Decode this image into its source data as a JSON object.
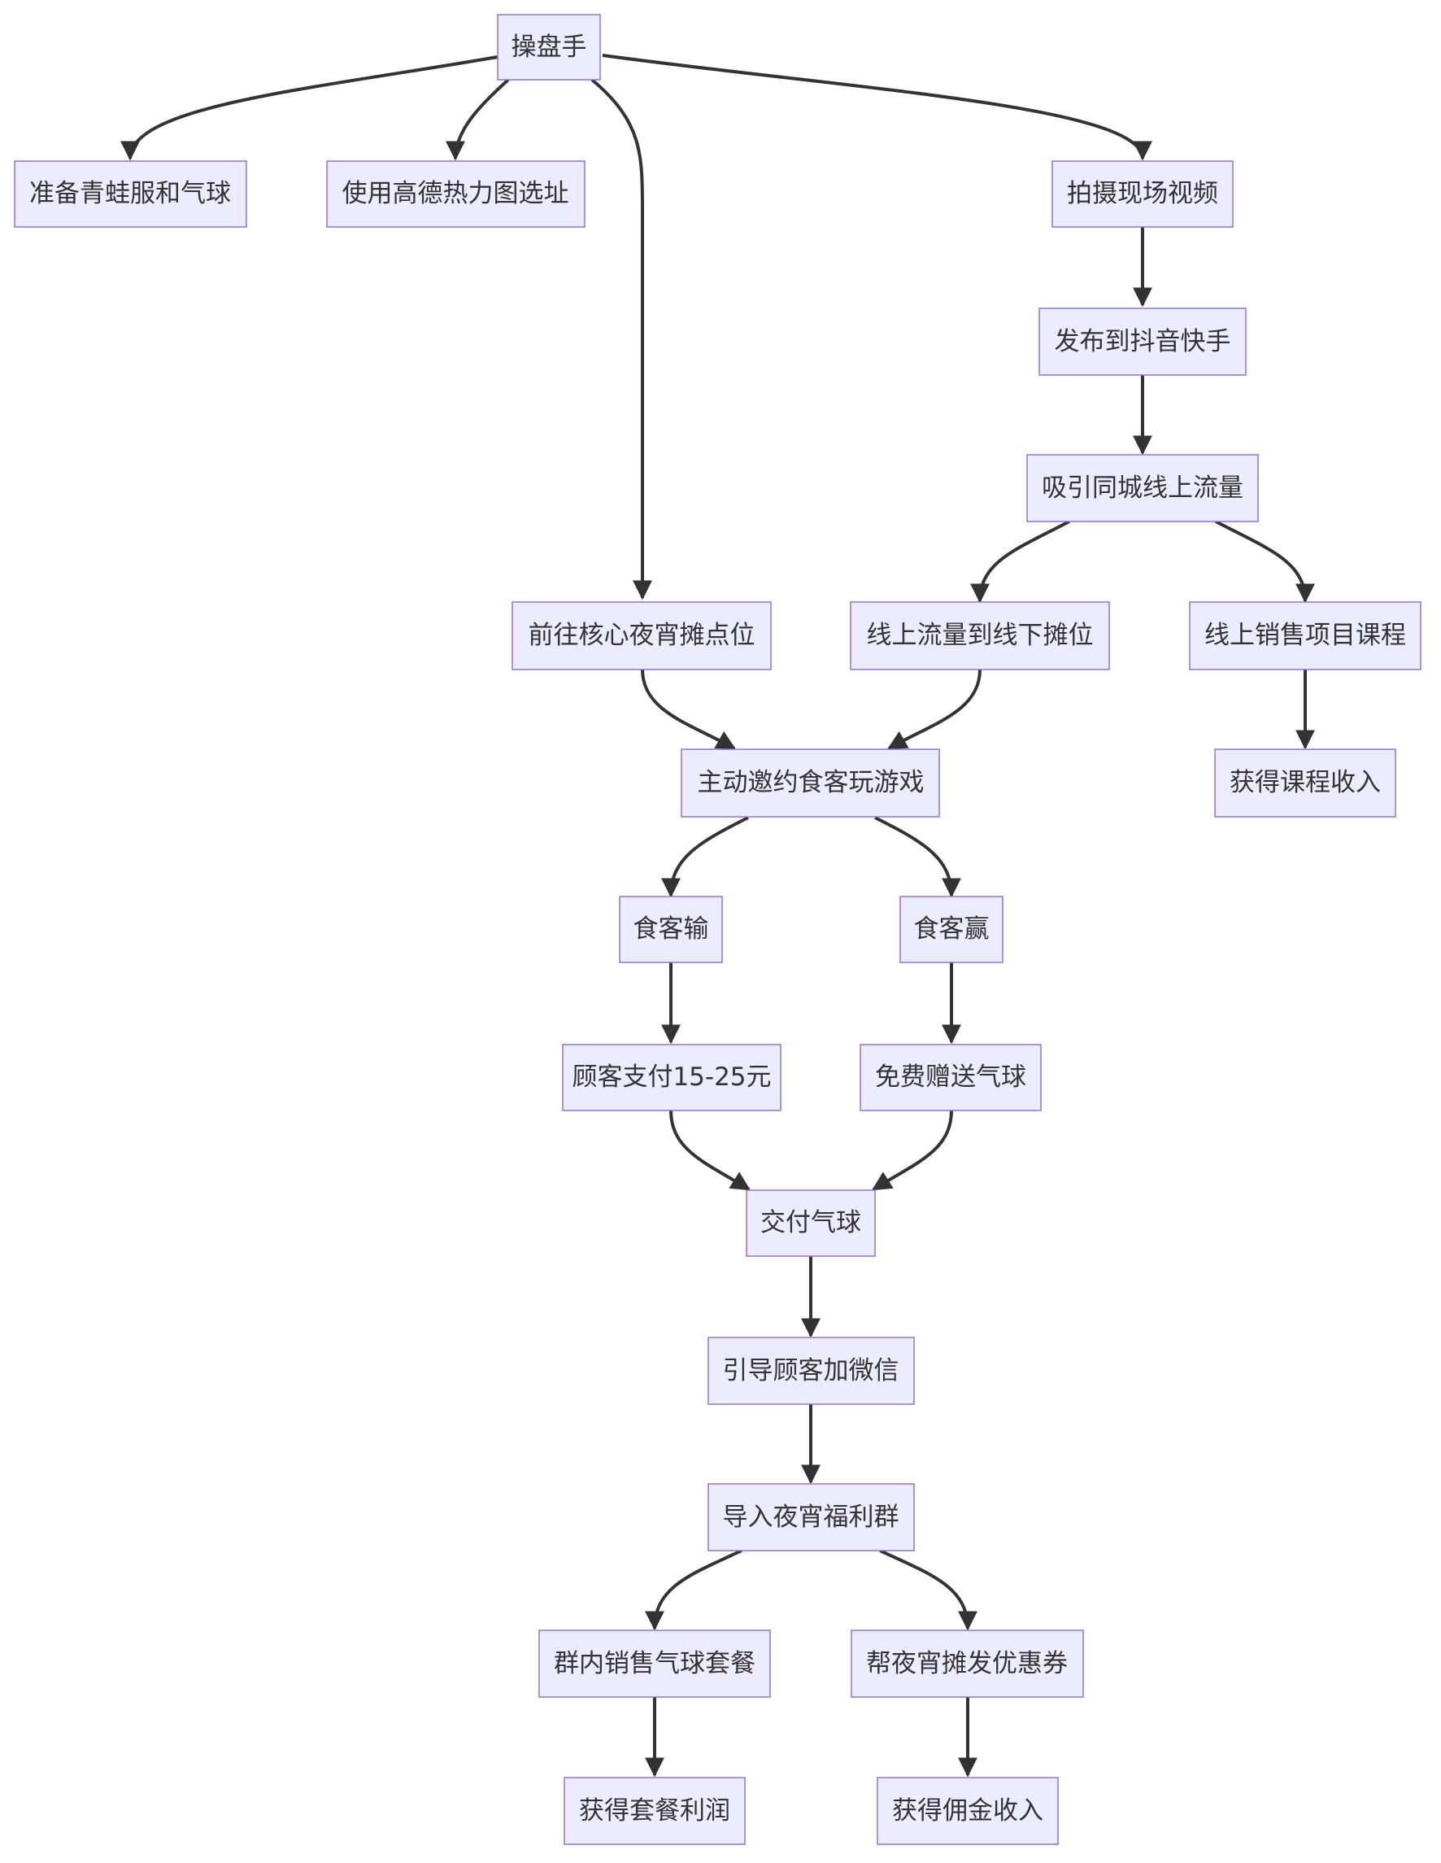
{
  "nodes": [
    {
      "id": "n0",
      "label": "操盘手"
    },
    {
      "id": "n1",
      "label": "准备青蛙服和气球"
    },
    {
      "id": "n2",
      "label": "使用高德热力图选址"
    },
    {
      "id": "n3",
      "label": "拍摄现场视频"
    },
    {
      "id": "n4",
      "label": "发布到抖音快手"
    },
    {
      "id": "n5",
      "label": "吸引同城线上流量"
    },
    {
      "id": "n6",
      "label": "前往核心夜宵摊点位"
    },
    {
      "id": "n7",
      "label": "线上流量到线下摊位"
    },
    {
      "id": "n8",
      "label": "线上销售项目课程"
    },
    {
      "id": "n9",
      "label": "主动邀约食客玩游戏"
    },
    {
      "id": "n10",
      "label": "获得课程收入"
    },
    {
      "id": "n11",
      "label": "食客输"
    },
    {
      "id": "n12",
      "label": "食客赢"
    },
    {
      "id": "n13",
      "label": "顾客支付15-25元"
    },
    {
      "id": "n14",
      "label": "免费赠送气球"
    },
    {
      "id": "n15",
      "label": "交付气球"
    },
    {
      "id": "n16",
      "label": "引导顾客加微信"
    },
    {
      "id": "n17",
      "label": "导入夜宵福利群"
    },
    {
      "id": "n18",
      "label": "群内销售气球套餐"
    },
    {
      "id": "n19",
      "label": "帮夜宵摊发优惠券"
    },
    {
      "id": "n20",
      "label": "获得套餐利润"
    },
    {
      "id": "n21",
      "label": "获得佣金收入"
    }
  ],
  "edges": [
    {
      "from": "n0",
      "to": "n1"
    },
    {
      "from": "n0",
      "to": "n2"
    },
    {
      "from": "n0",
      "to": "n6"
    },
    {
      "from": "n0",
      "to": "n3"
    },
    {
      "from": "n3",
      "to": "n4"
    },
    {
      "from": "n4",
      "to": "n5"
    },
    {
      "from": "n5",
      "to": "n7"
    },
    {
      "from": "n5",
      "to": "n8"
    },
    {
      "from": "n6",
      "to": "n9"
    },
    {
      "from": "n7",
      "to": "n9"
    },
    {
      "from": "n8",
      "to": "n10"
    },
    {
      "from": "n9",
      "to": "n11"
    },
    {
      "from": "n9",
      "to": "n12"
    },
    {
      "from": "n11",
      "to": "n13"
    },
    {
      "from": "n12",
      "to": "n14"
    },
    {
      "from": "n13",
      "to": "n15"
    },
    {
      "from": "n14",
      "to": "n15"
    },
    {
      "from": "n15",
      "to": "n16"
    },
    {
      "from": "n16",
      "to": "n17"
    },
    {
      "from": "n17",
      "to": "n18"
    },
    {
      "from": "n17",
      "to": "n19"
    },
    {
      "from": "n18",
      "to": "n20"
    },
    {
      "from": "n19",
      "to": "n21"
    }
  ],
  "colors": {
    "node_fill": "#ECECFF",
    "node_stroke": "#9370DB",
    "edge": "#333333",
    "text": "#333333"
  }
}
